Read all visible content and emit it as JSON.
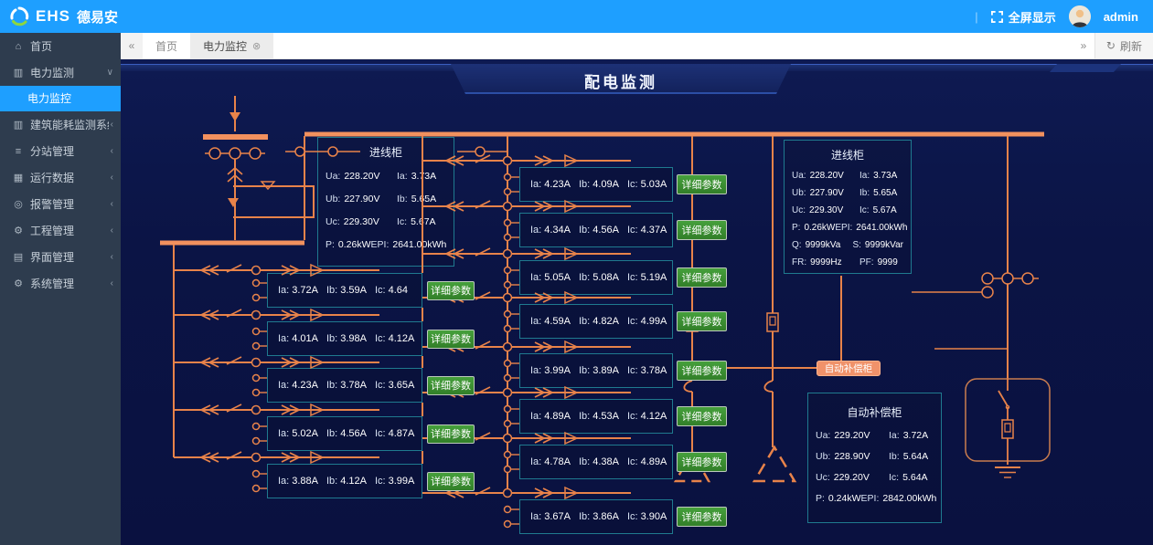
{
  "header": {
    "logo_ehs": "EHS",
    "logo_cn": "德易安",
    "fullscreen_label": "全屏显示",
    "username": "admin",
    "divider": "|"
  },
  "icons": {
    "hamburger": "≡",
    "collapse_tabs": "«",
    "scroll_tabs": "»",
    "refresh": "↻",
    "tab_close": "⊗",
    "chevron_down": "∨",
    "chevron_left": "‹",
    "home-icon": "⌂",
    "building-icon": "▥",
    "list-icon": "≡",
    "chart-icon": "▦",
    "alarm-icon": "◎",
    "gears-icon": "⚙",
    "window-icon": "▤",
    "gear-icon": "⚙"
  },
  "sidebar": {
    "items": [
      {
        "label": "首页",
        "icon": "home-icon",
        "chevron": ""
      },
      {
        "label": "电力监测",
        "icon": "building-icon",
        "chevron": "down",
        "children": [
          {
            "label": "电力监控",
            "active": true
          }
        ]
      },
      {
        "label": "建筑能耗监测系统",
        "icon": "building-icon",
        "chevron": "left"
      },
      {
        "label": "分站管理",
        "icon": "list-icon",
        "chevron": "left"
      },
      {
        "label": "运行数据",
        "icon": "chart-icon",
        "chevron": "left"
      },
      {
        "label": "报警管理",
        "icon": "alarm-icon",
        "chevron": "left"
      },
      {
        "label": "工程管理",
        "icon": "gears-icon",
        "chevron": "left"
      },
      {
        "label": "界面管理",
        "icon": "window-icon",
        "chevron": "left"
      },
      {
        "label": "系统管理",
        "icon": "gear-icon",
        "chevron": "left"
      }
    ]
  },
  "tabbar": {
    "tabs": [
      {
        "label": "首页",
        "active": false,
        "closable": false
      },
      {
        "label": "电力监控",
        "active": true,
        "closable": true
      }
    ],
    "refresh_label": "刷新"
  },
  "canvas": {
    "title": "配电监测",
    "detail_button_label": "详细参数",
    "comp_button_label": "自动补偿柜",
    "labels": {
      "ia": "Ia:",
      "ib": "Ib:",
      "ic": "Ic:"
    },
    "left_feeders": [
      {
        "ia": "3.72A",
        "ib": "3.59A",
        "ic": "4.64"
      },
      {
        "ia": "4.01A",
        "ib": "3.98A",
        "ic": "4.12A"
      },
      {
        "ia": "4.23A",
        "ib": "3.78A",
        "ic": "3.65A"
      },
      {
        "ia": "5.02A",
        "ib": "4.56A",
        "ic": "4.87A"
      },
      {
        "ia": "3.88A",
        "ib": "4.12A",
        "ic": "3.99A"
      }
    ],
    "middle_feeders": [
      {
        "ia": "4.23A",
        "ib": "4.09A",
        "ic": "5.03A"
      },
      {
        "ia": "4.34A",
        "ib": "4.56A",
        "ic": "4.37A"
      },
      {
        "ia": "5.05A",
        "ib": "5.08A",
        "ic": "5.19A"
      },
      {
        "ia": "4.59A",
        "ib": "4.82A",
        "ic": "4.99A"
      },
      {
        "ia": "3.99A",
        "ib": "3.89A",
        "ic": "3.78A"
      },
      {
        "ia": "4.89A",
        "ib": "4.53A",
        "ic": "4.12A"
      },
      {
        "ia": "4.78A",
        "ib": "4.38A",
        "ic": "4.89A"
      },
      {
        "ia": "3.67A",
        "ib": "3.86A",
        "ic": "3.90A"
      }
    ],
    "panels": {
      "inlet_left": {
        "title": "进线柜",
        "rows": [
          [
            "Ua:",
            "228.20V",
            "Ia:",
            "3.73A"
          ],
          [
            "Ub:",
            "227.90V",
            "Ib:",
            "5.65A"
          ],
          [
            "Uc:",
            "229.30V",
            "Ic:",
            "5.67A"
          ],
          [
            "P:",
            "0.26kW",
            "EPI:",
            "2641.00kWh"
          ]
        ]
      },
      "inlet_right": {
        "title": "进线柜",
        "rows": [
          [
            "Ua:",
            "228.20V",
            "Ia:",
            "3.73A"
          ],
          [
            "Ub:",
            "227.90V",
            "Ib:",
            "5.65A"
          ],
          [
            "Uc:",
            "229.30V",
            "Ic:",
            "5.67A"
          ],
          [
            "P:",
            "0.26kW",
            "EPI:",
            "2641.00kWh"
          ],
          [
            "Q:",
            "9999kVa",
            "S:",
            "9999kVar"
          ],
          [
            "FR:",
            "9999Hz",
            "PF:",
            "9999"
          ]
        ]
      },
      "compensation": {
        "title": "自动补偿柜",
        "rows": [
          [
            "Ua:",
            "229.20V",
            "Ia:",
            "3.72A"
          ],
          [
            "Ub:",
            "228.90V",
            "Ib:",
            "5.64A"
          ],
          [
            "Uc:",
            "229.20V",
            "Ic:",
            "5.64A"
          ],
          [
            "P:",
            "0.24kW",
            "EPI:",
            "2842.00kWh"
          ]
        ]
      }
    }
  },
  "colors": {
    "header_blue": "#1e9fff",
    "active_blue": "#1e9fff",
    "canvas_bg": "#0b1445",
    "line_orange": "#e8834a",
    "bus_orange": "#f2915e",
    "box_border": "#1f7a8f",
    "button_green": "#3c9136",
    "comp_orange": "#f0926a"
  }
}
